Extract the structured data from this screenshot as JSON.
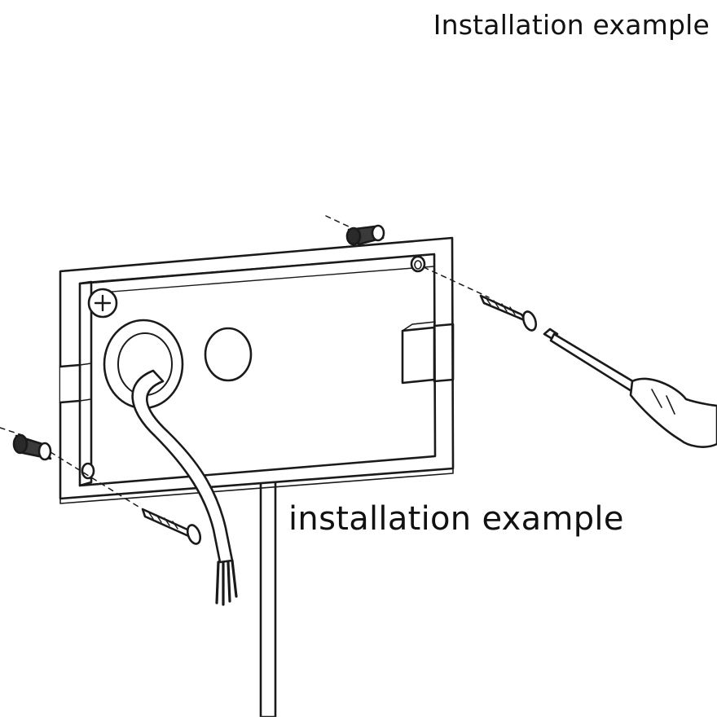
{
  "captions": {
    "top": "Installation example",
    "middle": "installation example"
  },
  "illustration": {
    "parts": [
      "mounting-box",
      "wall-plug",
      "mounting-screw",
      "screwdriver",
      "cable-grommet",
      "cable",
      "conduit"
    ]
  },
  "colors": {
    "line": "#1a1a1a",
    "fill": "#ffffff",
    "plug": "#3a3a3a",
    "background": "#ffffff"
  }
}
